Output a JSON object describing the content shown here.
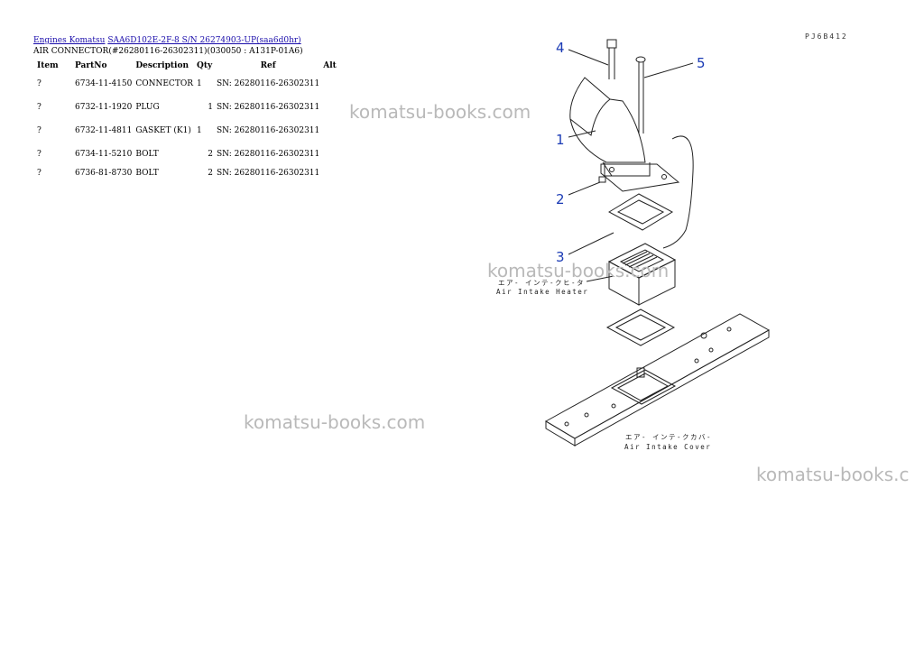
{
  "breadcrumb": {
    "link1": "Engines Komatsu",
    "link2": "SAA6D102E-2F-8 S/N 26274903-UP(saa6d0hr)"
  },
  "subtitle": "AIR CONNECTOR(#26280116-26302311)(030050 : A131P-01A6)",
  "table": {
    "headers": {
      "item": "Item",
      "partno": "PartNo",
      "description": "Description",
      "qty": "Qty",
      "ref": "Ref",
      "alt": "Alt"
    },
    "rows": [
      {
        "item": "?",
        "partno": "6734-11-4150",
        "description": "CONNECTOR",
        "qty": "1",
        "ref": "SN: 26280116-26302311"
      },
      {
        "item": "?",
        "partno": "6732-11-1920",
        "description": "PLUG",
        "qty": "1",
        "ref": "SN: 26280116-26302311"
      },
      {
        "item": "?",
        "partno": "6732-11-4811",
        "description": "GASKET (K1)",
        "qty": "1",
        "ref": "SN: 26280116-26302311"
      },
      {
        "item": "?",
        "partno": "6734-11-5210",
        "description": "BOLT",
        "qty": "2",
        "ref": "SN: 26280116-26302311"
      },
      {
        "item": "?",
        "partno": "6736-81-8730",
        "description": "BOLT",
        "qty": "2",
        "ref": "SN: 26280116-26302311"
      }
    ]
  },
  "watermarks": [
    "komatsu-books.com",
    "komatsu-books.com",
    "komatsu-books.com",
    "komatsu-books.c"
  ],
  "diagram": {
    "code": "PJ6B412",
    "callouts": [
      "4",
      "5",
      "1",
      "2",
      "3"
    ],
    "heater_caption_jp": "エア- インテ-クヒ-タ",
    "heater_caption_en": "Air Intake Heater",
    "cover_caption_jp": "エア- インテ-クカバ-",
    "cover_caption_en": "Air Intake Cover",
    "callout_color": "#1b3bb5"
  }
}
